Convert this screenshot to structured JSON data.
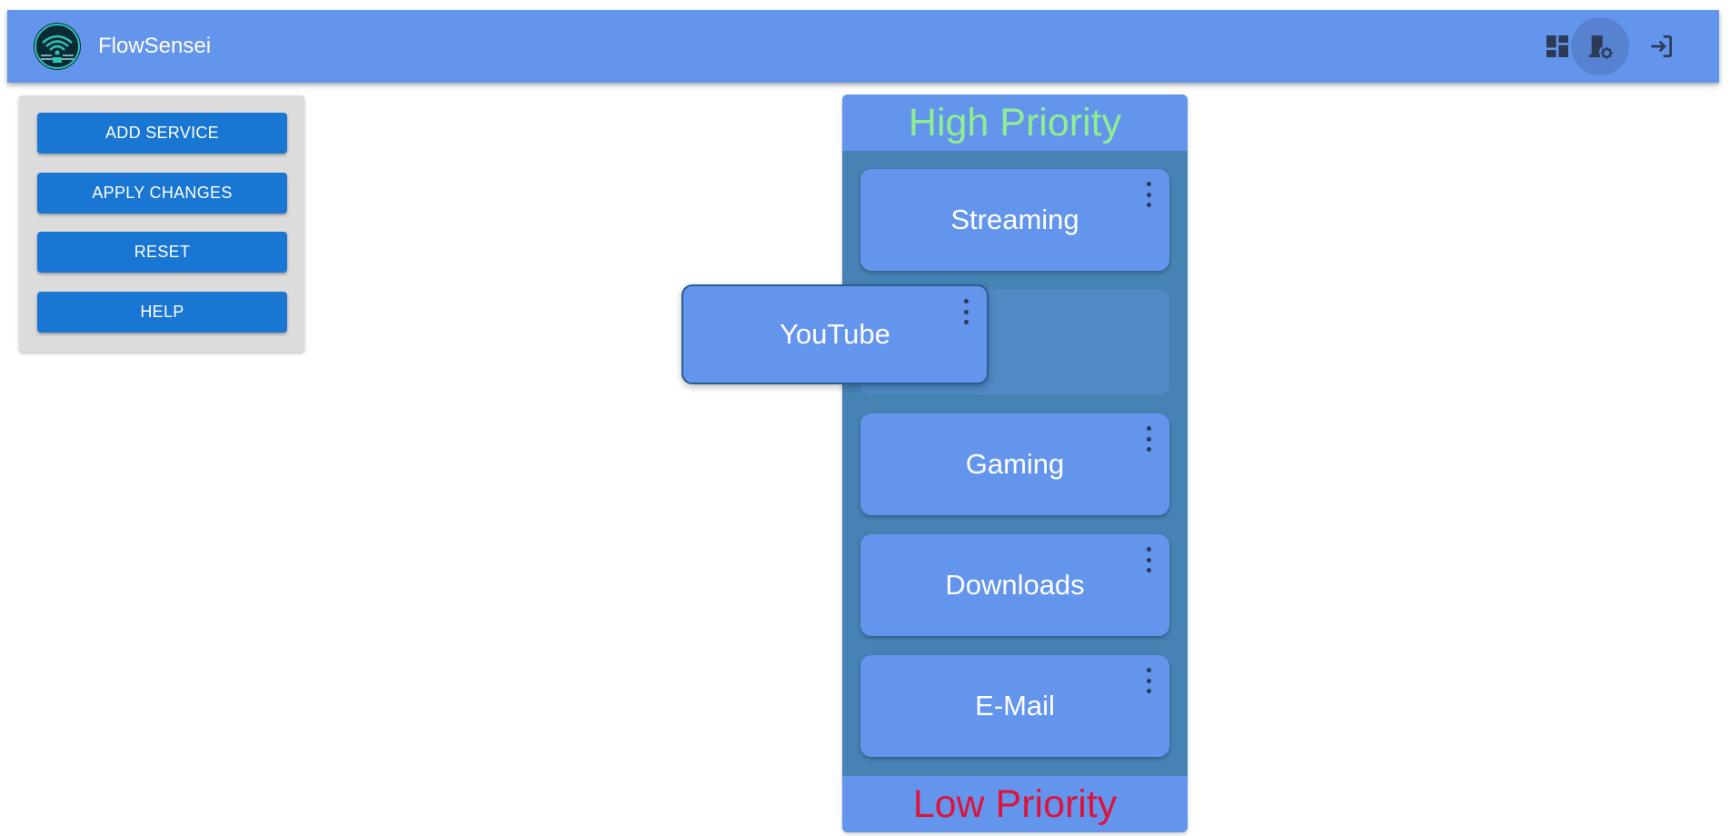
{
  "header": {
    "app_name": "FlowSensei",
    "actions": [
      {
        "icon": "dashboard-icon",
        "active": false
      },
      {
        "icon": "admin-settings-icon",
        "active": true
      },
      {
        "icon": "logout-icon",
        "active": false
      }
    ]
  },
  "sidebar": {
    "add_service": "ADD SERVICE",
    "apply_changes": "APPLY CHANGES",
    "reset": "RESET",
    "help": "HELP"
  },
  "priority_column": {
    "top_label": "High Priority",
    "bottom_label": "Low Priority",
    "services": [
      "Streaming",
      "Gaming",
      "Downloads",
      "E-Mail"
    ],
    "dragging_service": "YouTube"
  },
  "colors": {
    "primary": "#6495ed",
    "button": "#1976d2",
    "column_bg": "#4682b4",
    "high_priority": "#90ee90",
    "low_priority": "#dc143c"
  }
}
